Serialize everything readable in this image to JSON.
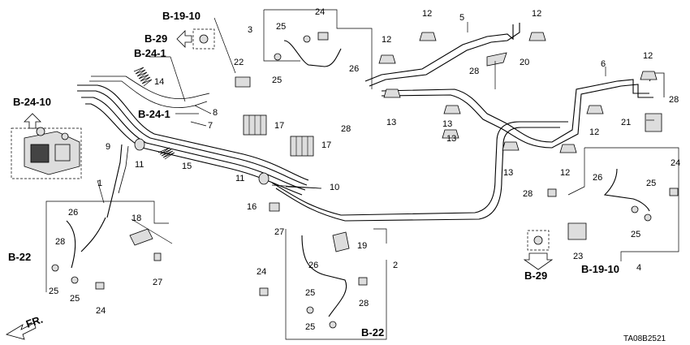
{
  "diagram": {
    "code": "TA08B2521",
    "refs": {
      "b19_10_top": "B-19-10",
      "b29_top": "B-29",
      "b24_1_top": "B-24-1",
      "b24_10": "B-24-10",
      "b24_1_mid": "B-24-1",
      "b22_left": "B-22",
      "b22_bottom": "B-22",
      "b29_right": "B-29",
      "b19_10_right": "B-19-10",
      "front": "FR."
    },
    "labels": {
      "l_1": "1",
      "l_2": "2",
      "l_3": "3",
      "l_4": "4",
      "l_5": "5",
      "l_6": "6",
      "l_7": "7",
      "l_8": "8",
      "l_9": "9",
      "l_10": "10",
      "l_11a": "11",
      "l_11b": "11",
      "l_12a": "12",
      "l_12b": "12",
      "l_12c": "12",
      "l_12d": "12",
      "l_12e": "12",
      "l_12f": "12",
      "l_13a": "13",
      "l_13b": "13",
      "l_13c": "13",
      "l_13d": "13",
      "l_14": "14",
      "l_15": "15",
      "l_16": "16",
      "l_17a": "17",
      "l_17b": "17",
      "l_18": "18",
      "l_19": "19",
      "l_20": "20",
      "l_21": "21",
      "l_22": "22",
      "l_23": "23",
      "l_24a": "24",
      "l_24b": "24",
      "l_24c": "24",
      "l_24d": "24",
      "l_25a": "25",
      "l_25b": "25",
      "l_25c": "25",
      "l_25d": "25",
      "l_25e": "25",
      "l_25f": "25",
      "l_25g": "25",
      "l_25h": "25",
      "l_26a": "26",
      "l_26b": "26",
      "l_26c": "26",
      "l_26d": "26",
      "l_27a": "27",
      "l_27b": "27",
      "l_28a": "28",
      "l_28b": "28",
      "l_28c": "28",
      "l_28d": "28",
      "l_28e": "28",
      "l_28f": "28"
    }
  }
}
